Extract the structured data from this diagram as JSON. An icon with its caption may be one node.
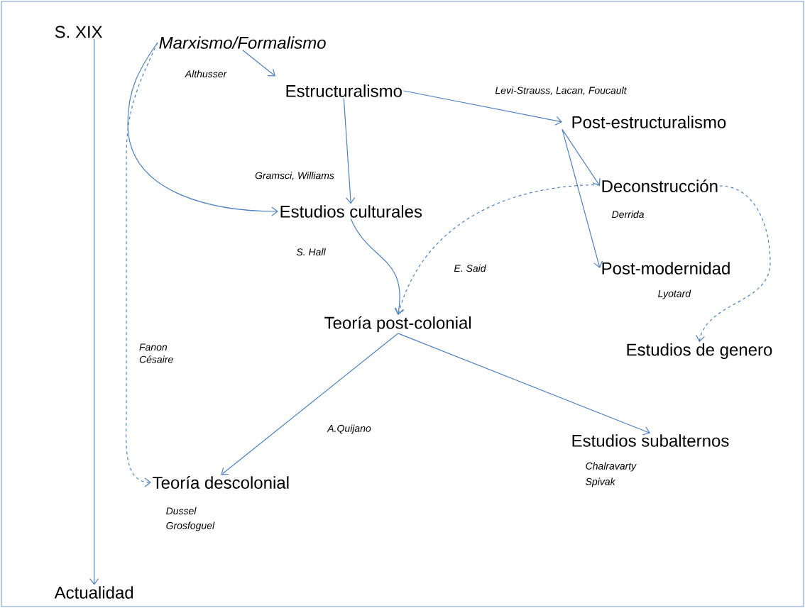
{
  "diagram": {
    "nodes": [
      {
        "text": [
          "S. XIX"
        ]
      },
      {
        "text": [
          "Actualidad"
        ]
      },
      {
        "text": [
          "Marxismo/Formalismo"
        ]
      },
      {
        "text": [
          "Estructuralismo"
        ]
      },
      {
        "text": [
          "Post-estructuralismo"
        ]
      },
      {
        "text": [
          "Estudios culturales"
        ]
      },
      {
        "text": [
          "Deconstrucción"
        ],
        "beside": [
          "Derrida"
        ]
      },
      {
        "text": [
          "Post-modernidad"
        ],
        "beside": [
          "Lyotard"
        ]
      },
      {
        "text": [
          "Teoría post-colonial"
        ]
      },
      {
        "text": [
          "Estudios de genero"
        ]
      },
      {
        "text": [
          "Teoría descolonial"
        ],
        "beside": [
          "Dussel",
          "Grosfoguel"
        ]
      },
      {
        "text": [
          "Estudios subalternos"
        ],
        "beside": [
          "Chalravarty",
          "Spivak"
        ]
      }
    ],
    "edges": [
      {
        "from": 0,
        "to": 1,
        "arrow": "to"
      },
      {
        "from": 2,
        "to": 3,
        "arrow": "to",
        "label": "Althusser"
      },
      {
        "from": 3,
        "to": 4,
        "arrow": "to",
        "label": "Levi-Strauss, Lacan, Foucault"
      },
      {
        "from": 3,
        "to": 5,
        "arrow": "to"
      },
      {
        "from": 2,
        "to": 5,
        "arrow": "to",
        "label": "Gramsci, Williams"
      },
      {
        "from": 2,
        "to": 10,
        "arrow": "to",
        "style": "dashed",
        "label": "Fanon Césaire"
      },
      {
        "from": 4,
        "to": 6,
        "arrow": "to"
      },
      {
        "from": 4,
        "to": 7,
        "arrow": "to"
      },
      {
        "from": 5,
        "to": 8,
        "arrow": "to",
        "label": "S. Hall"
      },
      {
        "from": 6,
        "to": 8,
        "arrow": "to",
        "style": "dashed",
        "label": "E. Said"
      },
      {
        "from": 6,
        "to": 9,
        "arrow": "to",
        "style": "dashed"
      },
      {
        "from": 8,
        "to": 10,
        "arrow": "to",
        "label": "A.Quijano"
      },
      {
        "from": 8,
        "to": 11,
        "arrow": "to"
      }
    ]
  }
}
